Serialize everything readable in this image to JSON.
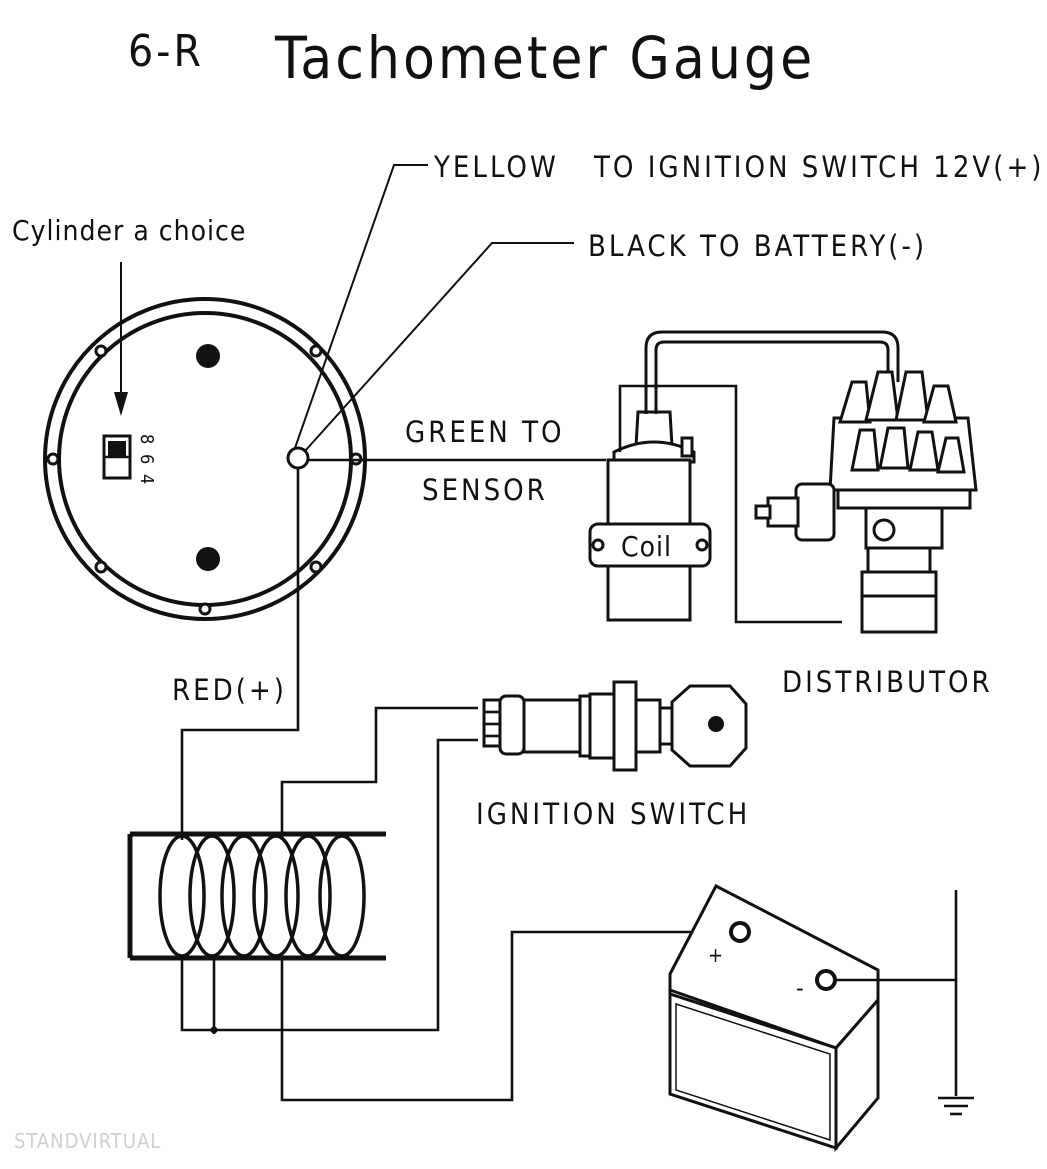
{
  "header": {
    "model": "6-R",
    "title": "Tachometer Gauge"
  },
  "labels": {
    "cylinder_choice": "Cylinder a choice",
    "switch_positions": [
      "8",
      "6",
      "4"
    ],
    "yellow_wire_color": "YELLOW",
    "yellow_wire_dest": "TO IGNITION SWITCH 12V(+)",
    "black_wire": "BLACK  TO BATTERY(-)",
    "green_line1": "GREEN TO",
    "green_line2": "SENSOR",
    "coil": "Coil",
    "distributor": "DISTRIBUTOR",
    "red_wire": "RED(+)",
    "ignition_switch": "IGNITION SWITCH",
    "battery_positive": "+",
    "battery_negative": "-"
  },
  "watermark": "STANDVIRTUAL"
}
